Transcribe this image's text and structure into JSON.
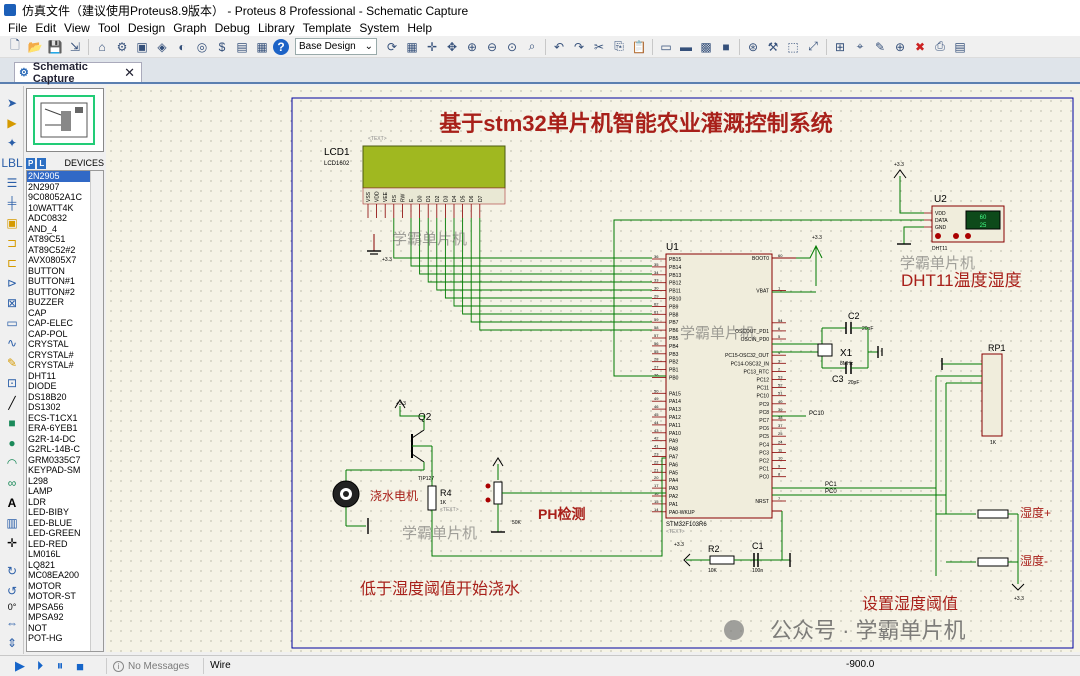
{
  "window": {
    "title": "仿真文件（建议使用Proteus8.9版本） - Proteus 8 Professional - Schematic Capture"
  },
  "menu": [
    "File",
    "Edit",
    "View",
    "Tool",
    "Design",
    "Graph",
    "Debug",
    "Library",
    "Template",
    "System",
    "Help"
  ],
  "toolbar": {
    "design_select": "Base Design"
  },
  "tab": {
    "label": "Schematic Capture"
  },
  "devices": {
    "header": "DEVICES",
    "items": [
      "2N2905",
      "2N2907",
      "9C08052A1C",
      "10WATT4K",
      "ADC0832",
      "AND_4",
      "AT89C51",
      "AT89C52#2",
      "AVX0805X7",
      "BUTTON",
      "BUTTON#1",
      "BUTTON#2",
      "BUZZER",
      "CAP",
      "CAP-ELEC",
      "CAP-POL",
      "CRYSTAL",
      "CRYSTAL#",
      "CRYSTAL#",
      "DHT11",
      "DIODE",
      "DS18B20",
      "DS1302",
      "ECS-T1CX1",
      "ERA-6YEB1",
      "G2R-14-DC",
      "G2RL-14B-C",
      "GRM0335C7",
      "KEYPAD-SM",
      "L298",
      "LAMP",
      "LDR",
      "LED-BIBY",
      "LED-BLUE",
      "LED-GREEN",
      "LED-RED",
      "LM016L",
      "LQ821",
      "MC08EA200",
      "MOTOR",
      "MOTOR-ST",
      "MPSA56",
      "MPSA92",
      "NOT",
      "POT-HG"
    ],
    "selected_index": 0
  },
  "schematic": {
    "title": "基于stm32单片机智能农业灌溉控制系统",
    "label_dht11": "DHT11温度湿度",
    "label_ph": "PH检测",
    "label_motor": "浇水电机",
    "label_low": "低于湿度阈值开始浇水",
    "label_set": "设置湿度阈值",
    "label_up": "湿度+",
    "label_down": "湿度-",
    "watermark": "学霸单片机",
    "wechat": "公众号 · 学霸单片机",
    "lcd_name": "LCD1",
    "lcd_part": "LCD1602",
    "u1_name": "U1",
    "u1_part": "STM32F103R6",
    "u2_name": "U2",
    "u2_part": "DHT11",
    "dht_temp": "60",
    "dht_hum": "25",
    "c2": "C2",
    "c2v": "20pF",
    "c3": "C3",
    "c3v": "20pF",
    "x1": "X1",
    "x1v": "8MHz",
    "rp1": "RP1",
    "rp1v": "1K",
    "q2": "Q2",
    "q2v": "TIP127",
    "r4": "R4",
    "r4v": "1K",
    "r2": "R2",
    "r2v": "10K",
    "c1": "C1",
    "c1v": "100n",
    "pot_v": "50K",
    "vcc": "+3.3",
    "text_tag": "<TEXT>",
    "pc10": "PC10",
    "pc1": "PC1",
    "pc0": "PC0",
    "lcd_pins": [
      "VSS",
      "VDD",
      "VEE",
      "RS",
      "RW",
      "E",
      "D0",
      "D1",
      "D2",
      "D3",
      "D4",
      "D5",
      "D6",
      "D7"
    ],
    "u1_left_pins": [
      "PB15",
      "PB14",
      "PB13",
      "PB12",
      "PB11",
      "PB10",
      "PB9",
      "PB8",
      "PB7",
      "PB6",
      "PB5",
      "PB4",
      "PB3",
      "PB2",
      "PB1",
      "PB0",
      "",
      "PA15",
      "PA14",
      "PA13",
      "PA12",
      "PA11",
      "PA10",
      "PA9",
      "PA8",
      "PA7",
      "PA6",
      "PA5",
      "PA4",
      "PA3",
      "PA2",
      "PA1",
      "PA0-WKUP"
    ],
    "u1_left_nums": [
      "36",
      "35",
      "34",
      "33",
      "30",
      "29",
      "62",
      "61",
      "59",
      "58",
      "57",
      "56",
      "55",
      "28",
      "27",
      "26",
      "",
      "50",
      "49",
      "46",
      "45",
      "44",
      "43",
      "42",
      "41",
      "23",
      "22",
      "21",
      "20",
      "17",
      "16",
      "15",
      "14"
    ],
    "u1_right_pins": [
      "BOOT0",
      "",
      "",
      "",
      "VBAT",
      "",
      "",
      "",
      "",
      "OSCOUT_PD1",
      "OSCIN_PD0",
      "",
      "PC15-OSC32_OUT",
      "PC14-OSC32_IN",
      "PC13_RTC",
      "PC12",
      "PC11",
      "PC10",
      "PC9",
      "PC8",
      "PC7",
      "PC6",
      "PC5",
      "PC4",
      "PC3",
      "PC2",
      "PC1",
      "PC0",
      "",
      "",
      "NRST"
    ],
    "u1_right_nums": [
      "60",
      "",
      "",
      "",
      "1",
      "",
      "",
      "",
      "54",
      "6",
      "5",
      "",
      "4",
      "3",
      "2",
      "53",
      "52",
      "51",
      "40",
      "39",
      "38",
      "37",
      "25",
      "24",
      "11",
      "10",
      "9",
      "8",
      "",
      "",
      "7"
    ],
    "dht_pins": [
      "VDD",
      "DATA",
      "GND"
    ]
  },
  "status": {
    "messages": "No Messages",
    "mode": "Wire",
    "coord": "-900.0"
  }
}
